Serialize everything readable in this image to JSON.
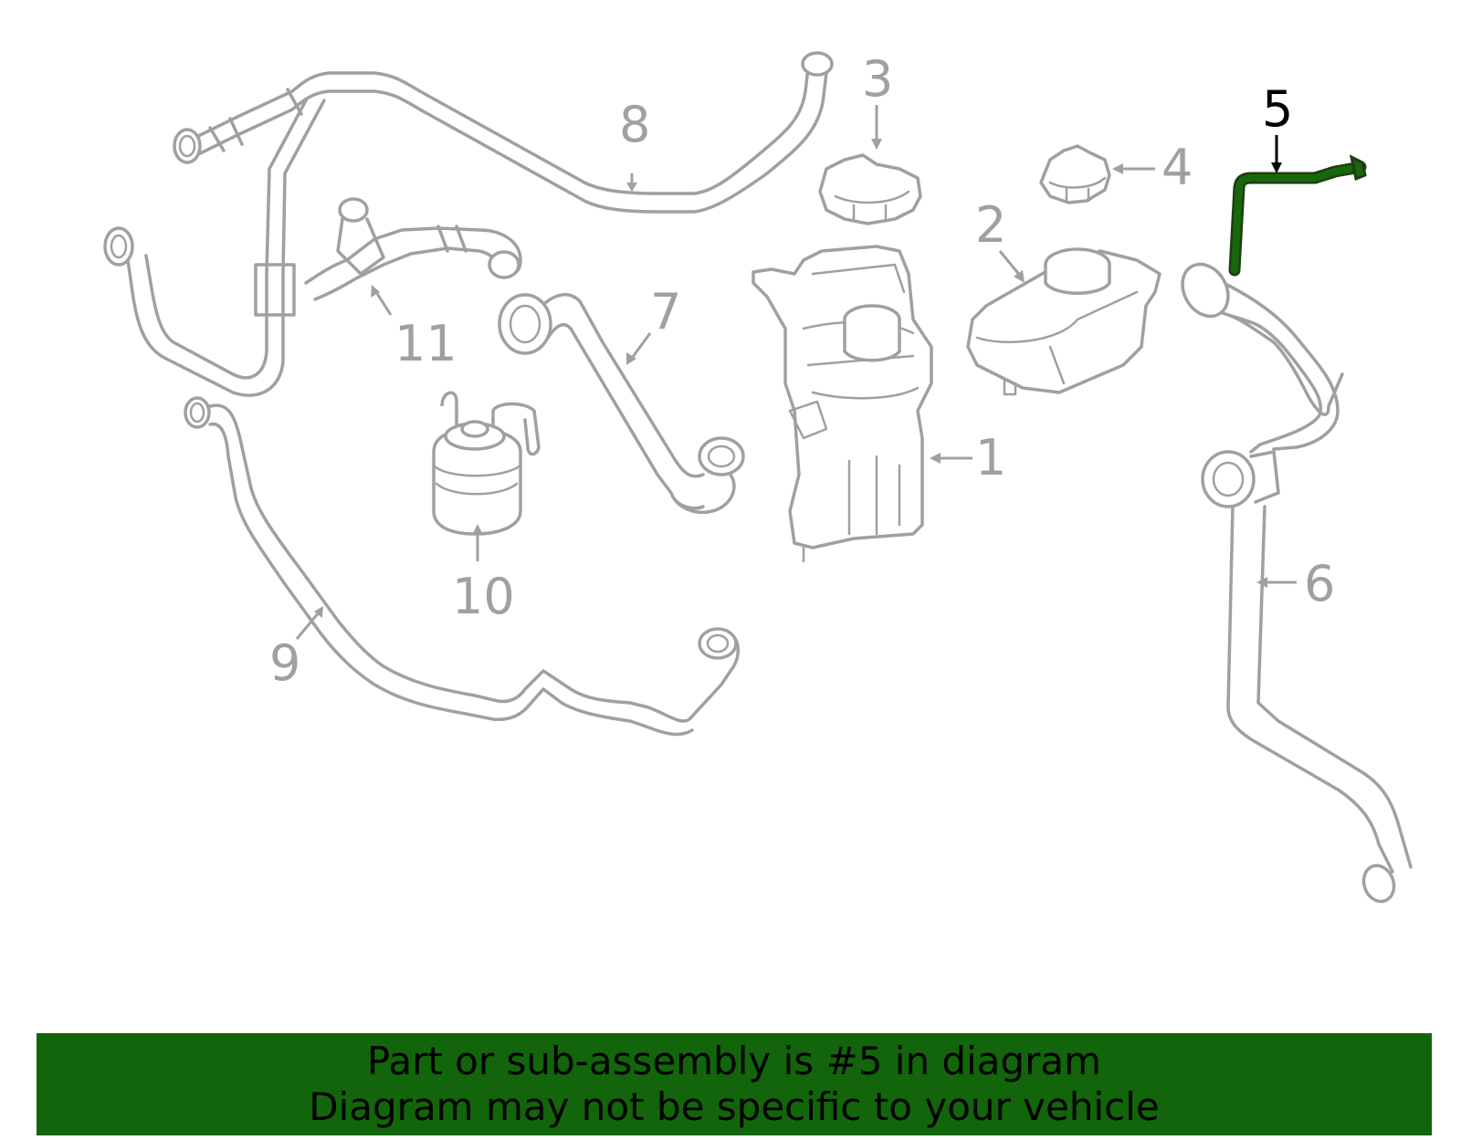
{
  "diagram": {
    "highlighted_part": "5",
    "callouts": [
      "1",
      "2",
      "3",
      "4",
      "5",
      "6",
      "7",
      "8",
      "9",
      "10",
      "11"
    ],
    "colors": {
      "line_art": "#a0a0a0",
      "highlight": "#16680a",
      "banner_background": "#12650a",
      "banner_text": "#000000"
    }
  },
  "banner": {
    "line1": "Part or sub-assembly is #5 in diagram",
    "line2": "Diagram may not be specific to your vehicle"
  }
}
